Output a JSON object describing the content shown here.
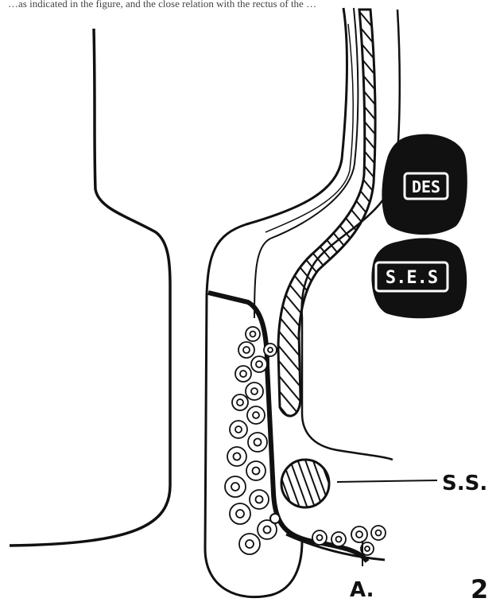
{
  "caption_fragment": "…as indicated in the figure, and the close relation with the rectus of the …",
  "labels": {
    "des": "DES",
    "ses": "S.E.S",
    "ss": "S.S.",
    "a": "A."
  },
  "figure_number": "2",
  "colors": {
    "ink": "#111111",
    "paper": "#ffffff",
    "box_text": "#ffffff"
  }
}
